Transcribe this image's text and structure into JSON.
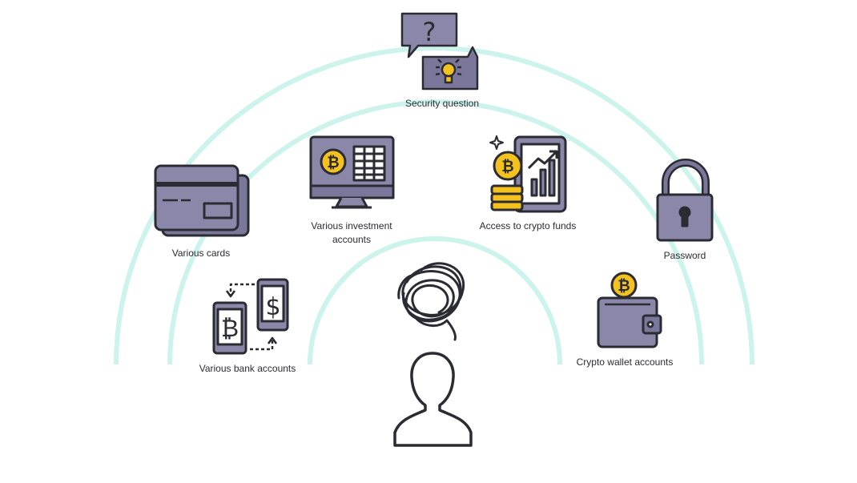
{
  "colors": {
    "arc": "#ccf3ec",
    "icon_fill": "#8b87a8",
    "icon_dark": "#7b779a",
    "outline": "#2b2b33",
    "coin": "#f4c21f",
    "screen": "#ffffff"
  },
  "items": [
    {
      "id": "security-question",
      "label": "Security question",
      "icon": "question-lightbulb-icon"
    },
    {
      "id": "various-cards",
      "label": "Various cards",
      "icon": "credit-cards-icon"
    },
    {
      "id": "various-investment-accounts",
      "label": "Various investment\naccounts",
      "icon": "bitcoin-monitor-icon"
    },
    {
      "id": "access-to-crypto-funds",
      "label": "Access to crypto funds",
      "icon": "crypto-growth-tablet-icon"
    },
    {
      "id": "password",
      "label": "Password",
      "icon": "padlock-icon"
    },
    {
      "id": "various-bank-accounts",
      "label": "Various bank accounts",
      "icon": "phone-transfer-icon"
    },
    {
      "id": "crypto-wallet-accounts",
      "label": "Crypto wallet accounts",
      "icon": "bitcoin-wallet-icon"
    }
  ],
  "center": {
    "icons": [
      "tangled-thoughts-icon",
      "person-silhouette-icon"
    ]
  }
}
